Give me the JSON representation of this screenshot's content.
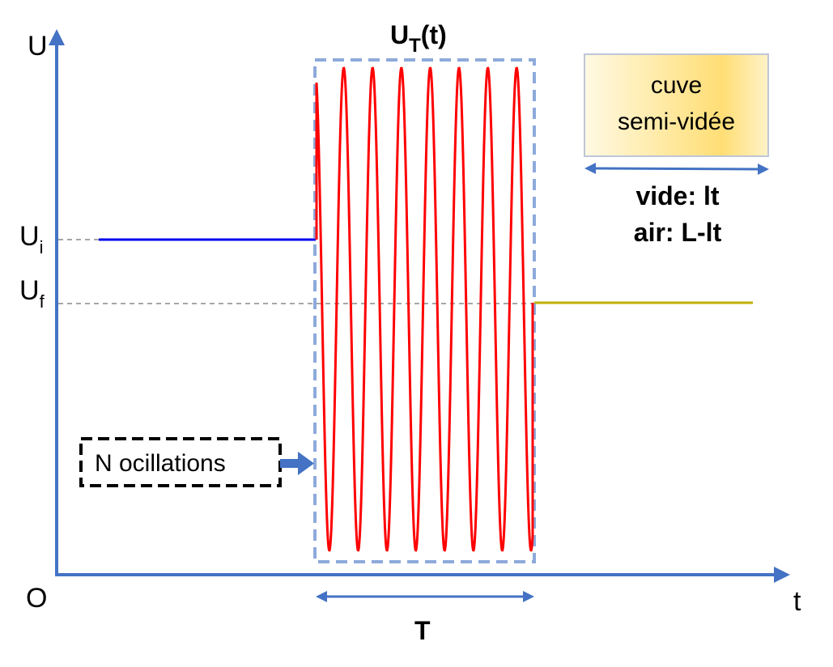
{
  "diagram": {
    "axis_y_label": "U",
    "axis_x_label": "t",
    "origin_label": "O",
    "ui_label": {
      "main": "U",
      "sub": "i"
    },
    "uf_label": {
      "main": "U",
      "sub": "f"
    },
    "signal_label": {
      "main": "U",
      "sub": "T",
      "suffix": "(t)"
    },
    "period_label": "T",
    "oscillations_box": "N ocillations",
    "cuve_line1": "cuve",
    "cuve_line2": "semi-vidée",
    "vide_label": "vide: lt",
    "air_label": "air: L-lt",
    "oscillation_count": 8,
    "colors": {
      "axis": "#4472C4",
      "initial_level": "#0000EE",
      "signal": "#FF0000",
      "final_level": "#C0B000",
      "dashed_guide": "#A6A6A6",
      "window_border": "#8EAADB",
      "cuve_fill_start": "#FFF8DC",
      "cuve_fill_mid": "#FFDD70"
    }
  }
}
